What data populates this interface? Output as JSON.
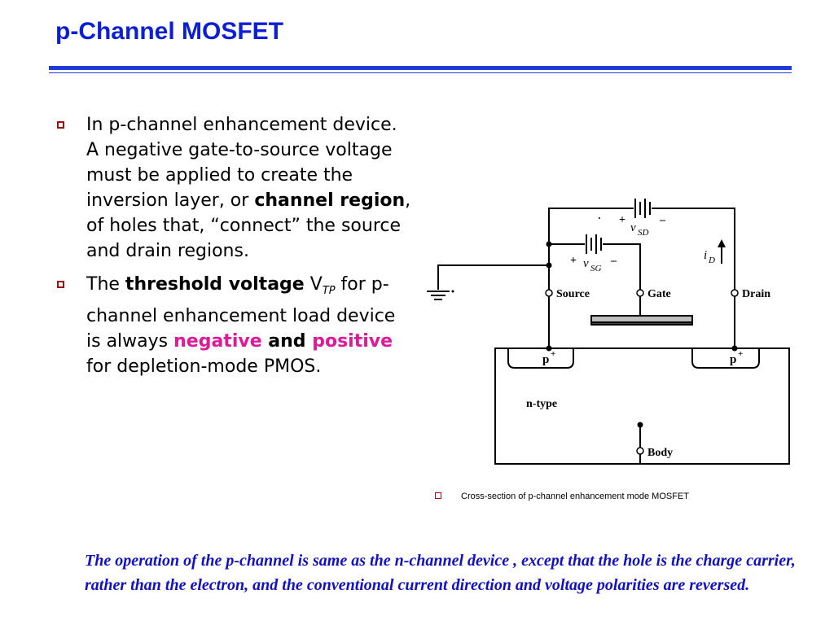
{
  "title": "p-Channel MOSFET",
  "bullet1": {
    "text_a": "In p-channel enhancement device. A negative gate-to-source voltage must be applied to create the inversion layer, or ",
    "bold": "channel region",
    "text_b": ",  of holes that, “connect” the source and drain regions."
  },
  "bullet2": {
    "text_a": "The ",
    "bold": "threshold voltage",
    "v": " V",
    "sub": "TP",
    "text_b": " for p-channel enhancement load device is always ",
    "negative": "negative",
    "and": " and ",
    "positive": "positive",
    "text_c": " for depletion-mode PMOS."
  },
  "diagram": {
    "source": "Source",
    "gate": "Gate",
    "drain": "Drain",
    "body": "Body",
    "ntype": "n-type",
    "p_left": "p",
    "p_right": "p",
    "plus": "+",
    "vsd": "v",
    "vsd_sub": "SD",
    "vsg": "v",
    "vsg_sub": "SG",
    "id": "i",
    "id_sub": "D",
    "sign_plus": "+",
    "sign_minus": "–"
  },
  "caption": "Cross-section of p-channel enhancement mode MOSFET",
  "note": "The operation of the p-channel is same as the n-channel device , except that the hole is the charge carrier, rather than the electron, and the conventional current direction and voltage polarities are reversed."
}
